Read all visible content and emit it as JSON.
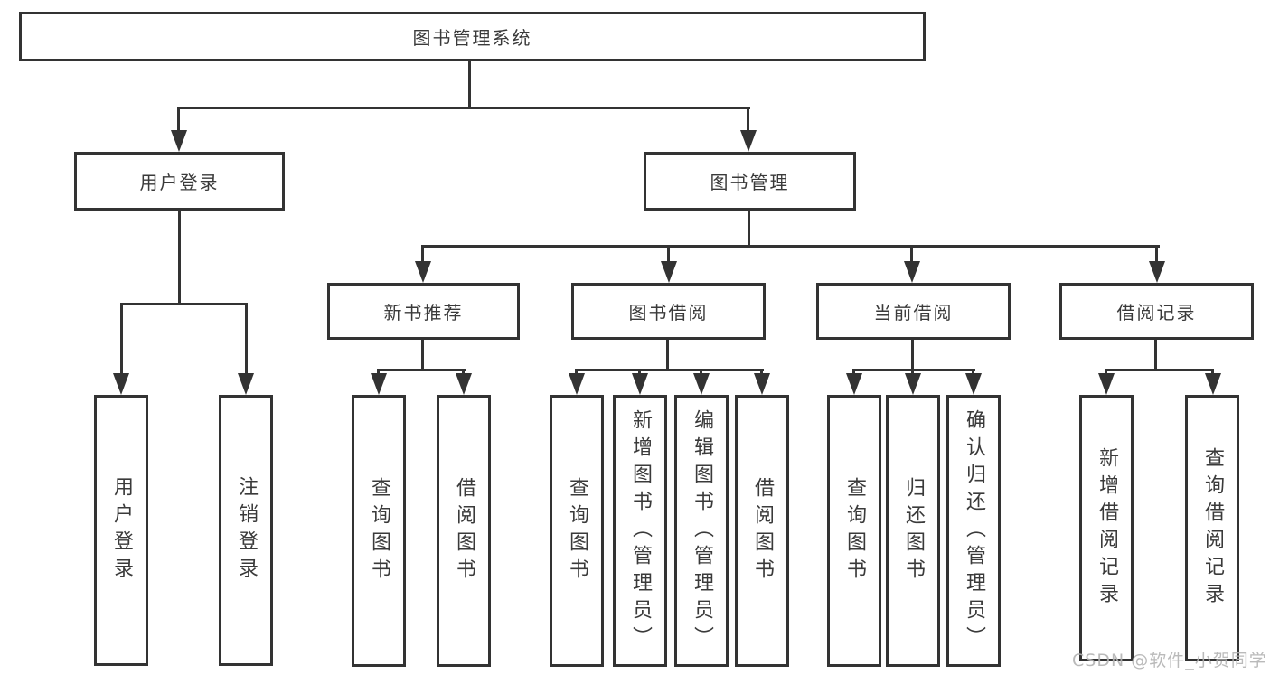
{
  "colors": {
    "line": "#333333",
    "text": "#3a3a3a",
    "watermark": "#b2b2b2",
    "background": "#ffffff"
  },
  "watermark": "CSDN @软件_小贺同学",
  "tree": {
    "root": "图书管理系统",
    "login": {
      "label": "用户登录",
      "children": [
        "用户登录",
        "注销登录"
      ]
    },
    "management": {
      "label": "图书管理",
      "sections": [
        {
          "label": "新书推荐",
          "children": [
            "查询图书",
            "借阅图书"
          ]
        },
        {
          "label": "图书借阅",
          "children": [
            "查询图书",
            "新增图书（管理员）",
            "编辑图书（管理员）",
            "借阅图书"
          ]
        },
        {
          "label": "当前借阅",
          "children": [
            "查询图书",
            "归还图书",
            "确认归还（管理员）"
          ]
        },
        {
          "label": "借阅记录",
          "children": [
            "新增借阅记录",
            "查询借阅记录"
          ]
        }
      ]
    }
  }
}
